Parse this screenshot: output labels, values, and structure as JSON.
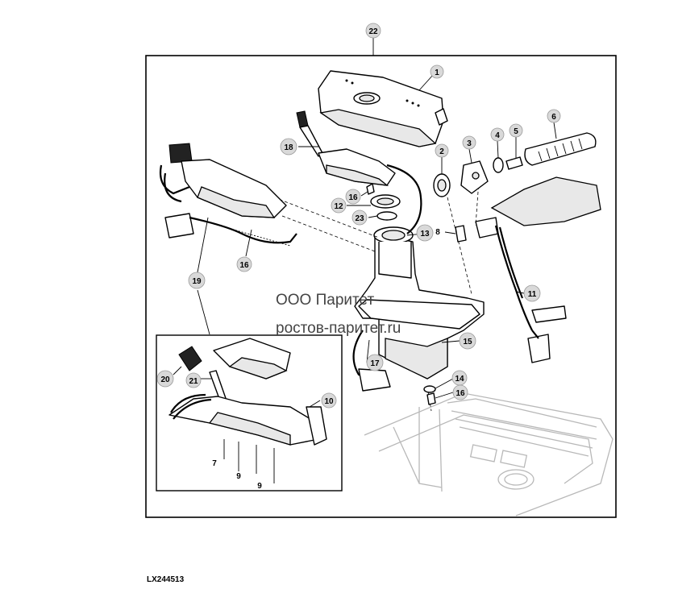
{
  "document_id": "LX244513",
  "watermark": {
    "line1": "ООО Паритет",
    "line2": "ростов-паритет.ru"
  },
  "callouts": {
    "c22": "22",
    "c1": "1",
    "c2": "2",
    "c3": "3",
    "c4": "4",
    "c5": "5",
    "c6": "6",
    "c18": "18",
    "c16a": "16",
    "c12": "12",
    "c23": "23",
    "c13": "13",
    "c8": "8",
    "c16b": "16",
    "c19": "19",
    "c11": "11",
    "c15": "15",
    "c17": "17",
    "c14": "14",
    "c16c": "16",
    "c20": "20",
    "c21": "21",
    "c10": "10",
    "c7": "7",
    "c9a": "9",
    "c9b": "9"
  }
}
